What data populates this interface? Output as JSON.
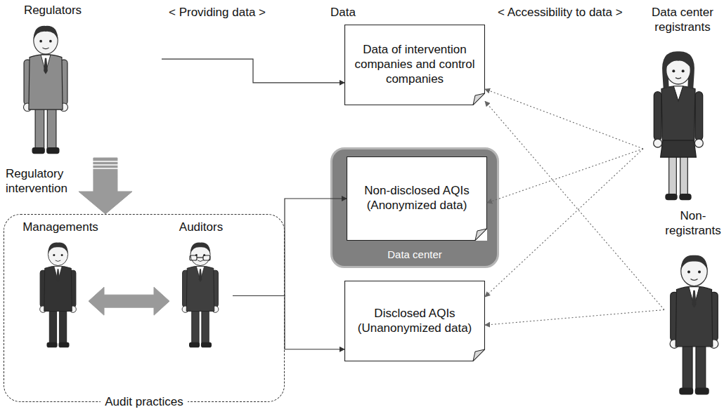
{
  "diagram": {
    "nodes": [
      {
        "text": [
          "Regulators"
        ]
      },
      {
        "text": [
          "Data of intervention companies and control companies"
        ]
      },
      {
        "text": [
          "Data center registrants"
        ]
      },
      {
        "text": [
          "Data center"
        ]
      },
      {
        "text": [
          "Non-disclosed AQIs (Anonymized data)"
        ],
        "in": 3
      },
      {
        "text": [
          "Non-registrants"
        ]
      },
      {
        "text": [
          "Audit practices"
        ]
      },
      {
        "text": [
          "Managements"
        ],
        "in": 6
      },
      {
        "text": [
          "Auditors"
        ],
        "in": 6
      },
      {
        "text": [
          "Disclosed AQIs (Unanonymized data)"
        ]
      }
    ],
    "edges": [
      {
        "from": 0,
        "to": 1,
        "arrow": "to"
      },
      {
        "from": 0,
        "to": 6,
        "label": "Regulatory intervention",
        "arrow": "to"
      },
      {
        "from": 7,
        "to": 8,
        "arrow": "both"
      },
      {
        "from": 8,
        "to": 4,
        "arrow": "to"
      },
      {
        "from": 8,
        "to": 9,
        "arrow": "to"
      },
      {
        "from": 2,
        "to": 1,
        "arrow": "to"
      },
      {
        "from": 2,
        "to": 4,
        "arrow": "to"
      },
      {
        "from": 2,
        "to": 9,
        "arrow": "to"
      },
      {
        "from": 5,
        "to": 1,
        "arrow": "to"
      },
      {
        "from": 5,
        "to": 9,
        "arrow": "to"
      }
    ],
    "labels": [
      "< Providing data >",
      "Data",
      "< Accessibility to data >"
    ]
  }
}
